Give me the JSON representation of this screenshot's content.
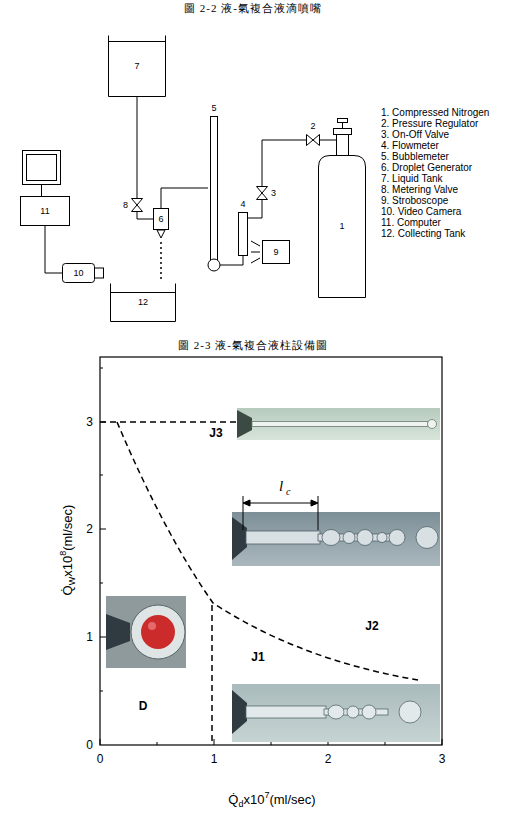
{
  "diagram": {
    "caption": "圖 2-3 液-氣複合液柱設備圖",
    "nodes": [
      {
        "text": [
          "7"
        ]
      },
      {
        "text": [
          "11"
        ]
      },
      {
        "text": [
          "8"
        ]
      },
      {
        "text": [
          "6"
        ]
      },
      {
        "text": [
          "5"
        ]
      },
      {
        "text": [
          "4"
        ]
      },
      {
        "text": [
          "3"
        ]
      },
      {
        "text": [
          "2"
        ]
      },
      {
        "text": [
          "1"
        ]
      },
      {
        "text": [
          "9"
        ]
      },
      {
        "text": [
          "10"
        ]
      },
      {
        "text": [
          "12"
        ]
      }
    ],
    "edges": [
      {
        "from": 0,
        "to": 2,
        "arrow": "none"
      },
      {
        "from": 2,
        "to": 3,
        "arrow": "none"
      },
      {
        "from": 3,
        "to": 4,
        "arrow": "none"
      },
      {
        "from": 4,
        "to": 5,
        "arrow": "none"
      },
      {
        "from": 5,
        "to": 6,
        "arrow": "none"
      },
      {
        "from": 6,
        "to": 7,
        "arrow": "none"
      },
      {
        "from": 7,
        "to": 8,
        "arrow": "none"
      },
      {
        "from": 1,
        "to": 10,
        "arrow": "none"
      }
    ],
    "labels": [
      "圖 2-2 液-氣複合液滴噴嘴",
      "1. Compressed Nitrogen",
      "2. Pressure Regulator",
      "3. On-Off Valve",
      "4. Flowmeter",
      "5. Bubblemeter",
      "6. Droplet Generator",
      "7. Liquid Tank",
      "8. Metering Valve",
      "9. Stroboscope",
      "10. Video Camera",
      "11. Computer",
      "12. Collecting Tank",
      "J3",
      "J2",
      "J1",
      "D",
      "l",
      "c",
      "3",
      "2",
      "1",
      "0",
      "0",
      "1",
      "2",
      "3",
      "Q̇",
      "W",
      "x10",
      "8",
      "(ml/sec)",
      "Q̇",
      "d",
      "x10",
      "7",
      "(ml/sec)"
    ]
  }
}
